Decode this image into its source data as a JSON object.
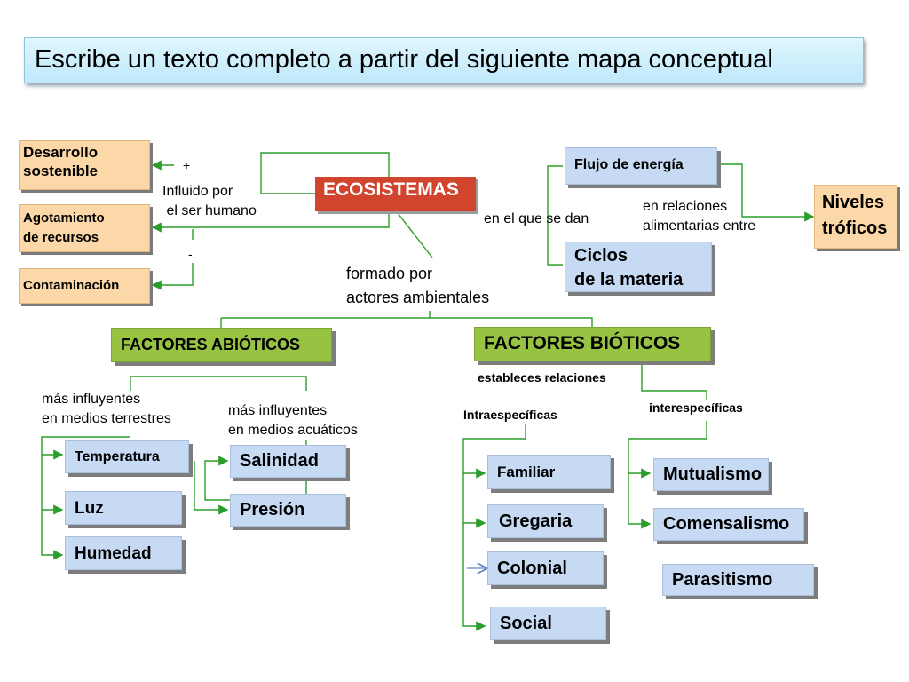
{
  "title": "Escribe un texto completo a partir del siguiente mapa conceptual",
  "center": "ECOSISTEMAS",
  "left": {
    "plus": "+",
    "minus": "-",
    "influenced_label": "Influido por\n el ser humano",
    "desarrollo": "Desarrollo\nsostenible",
    "agotamiento": "Agotamiento\nde recursos",
    "contaminacion": "Contaminación"
  },
  "right": {
    "en_que_label": "en el que se dan",
    "flujo": "Flujo de energía",
    "ciclos": "Ciclos\nde la materia",
    "relaciones_label": "en relaciones\nalimentarias entre",
    "niveles": "Niveles\ntróficos"
  },
  "formado_label": "formado por\nactores ambientales",
  "abioticos": {
    "title": "FACTORES ABIÓTICOS",
    "terrestres_label": "más influyentes\nen medios terrestres",
    "acuaticos_label": "más influyentes\nen medios acuáticos",
    "temperatura": "Temperatura",
    "luz": "Luz",
    "humedad": "Humedad",
    "salinidad": "Salinidad",
    "presion": "Presión"
  },
  "bioticos": {
    "title": "FACTORES BIÓTICOS",
    "relaciones_label": "estableces relaciones",
    "intra_label": "Intraespecíficas",
    "inter_label": "interespecíficas",
    "familiar": "Familiar",
    "gregaria": "Gregaria",
    "colonial": "Colonial",
    "social": "Social",
    "mutualismo": "Mutualismo",
    "comensalismo": "Comensalismo",
    "parasitismo": "Parasitismo"
  }
}
